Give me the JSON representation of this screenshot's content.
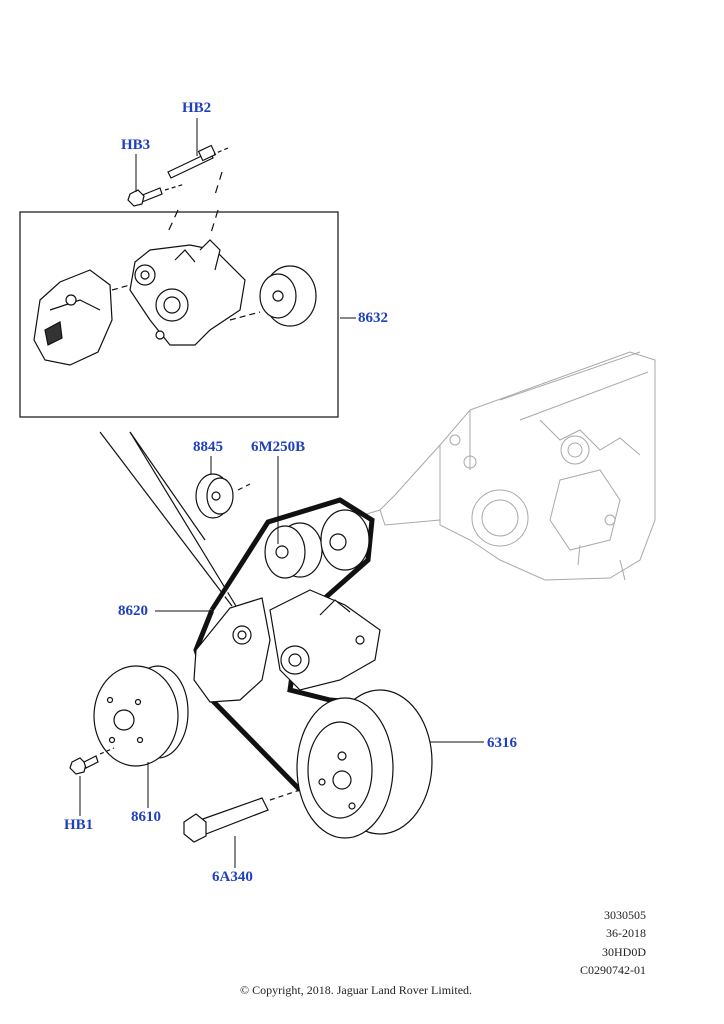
{
  "callouts": {
    "hb2": "HB2",
    "hb3": "HB3",
    "p8632": "8632",
    "p8845": "8845",
    "p6m250b": "6M250B",
    "p8620": "8620",
    "p6316": "6316",
    "hb1": "HB1",
    "p8610": "8610",
    "p6a340": "6A340"
  },
  "reference": {
    "code": "3030505",
    "date": "36-2018",
    "model": "30HD0D",
    "illustration": "C0290742-01"
  },
  "copyright": "© Copyright, 2018. Jaguar Land Rover Limited.",
  "colors": {
    "callout": "#1f3fbf",
    "linework": "#111111",
    "engine_ghost": "#9a9a9a"
  }
}
